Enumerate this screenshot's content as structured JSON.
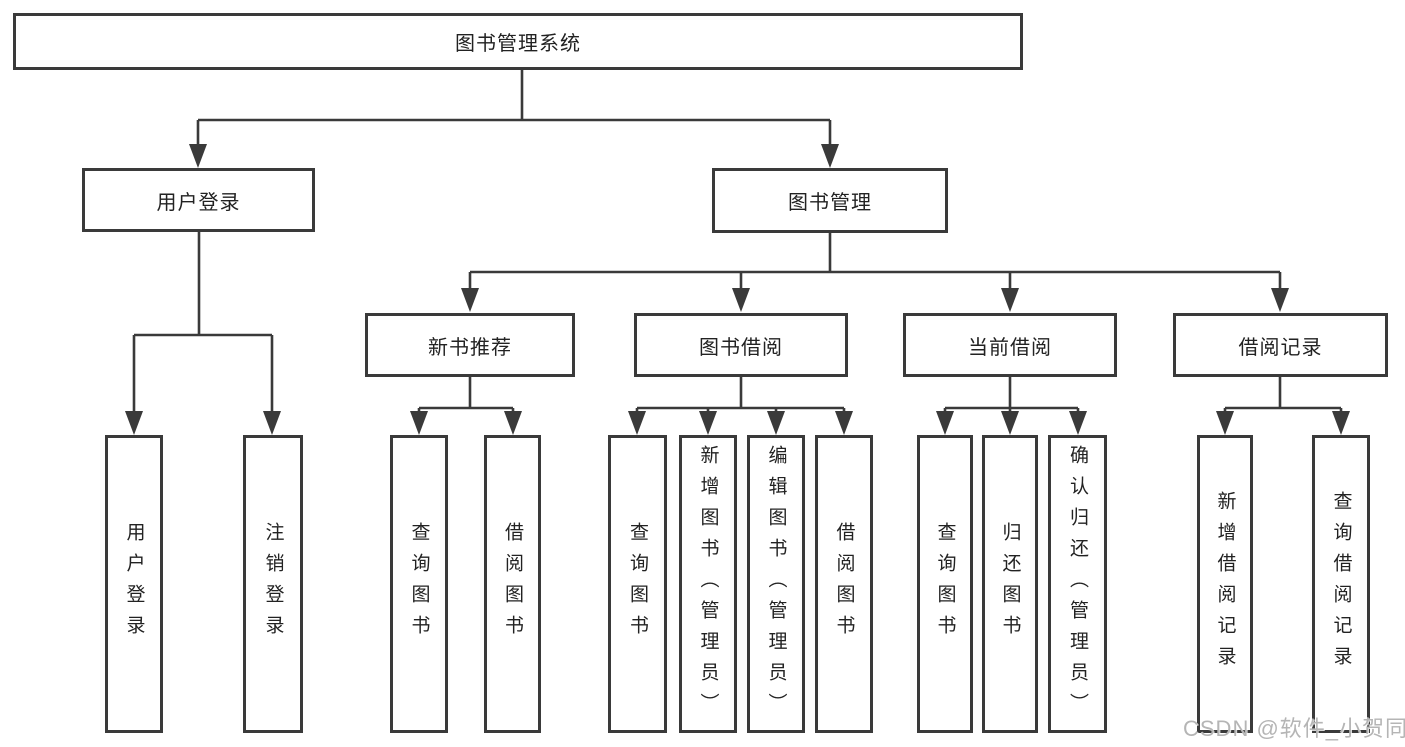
{
  "diagram": {
    "root": {
      "label": "图书管理系统"
    },
    "level2": [
      {
        "label": "用户登录"
      },
      {
        "label": "图书管理"
      }
    ],
    "level3": [
      {
        "label": "新书推荐"
      },
      {
        "label": "图书借阅"
      },
      {
        "label": "当前借阅"
      },
      {
        "label": "借阅记录"
      }
    ],
    "leaves": {
      "user_login": [
        {
          "label": "用户登录"
        },
        {
          "label": "注销登录"
        }
      ],
      "new_books": [
        {
          "label": "查询图书"
        },
        {
          "label": "借阅图书"
        }
      ],
      "book_borrow": [
        {
          "label": "查询图书"
        },
        {
          "label": "新增图书（管理员）"
        },
        {
          "label": "编辑图书（管理员）"
        },
        {
          "label": "借阅图书"
        }
      ],
      "current_borrow": [
        {
          "label": "查询图书"
        },
        {
          "label": "归还图书"
        },
        {
          "label": "确认归还（管理员）"
        }
      ],
      "borrow_records": [
        {
          "label": "新增借阅记录"
        },
        {
          "label": "查询借阅记录"
        }
      ]
    },
    "watermark": "CSDN @软件_小贺同学",
    "colors": {
      "line": "#3a3a3a",
      "text": "#222222",
      "watermark": "#b5b5b5",
      "background": "#ffffff"
    }
  }
}
